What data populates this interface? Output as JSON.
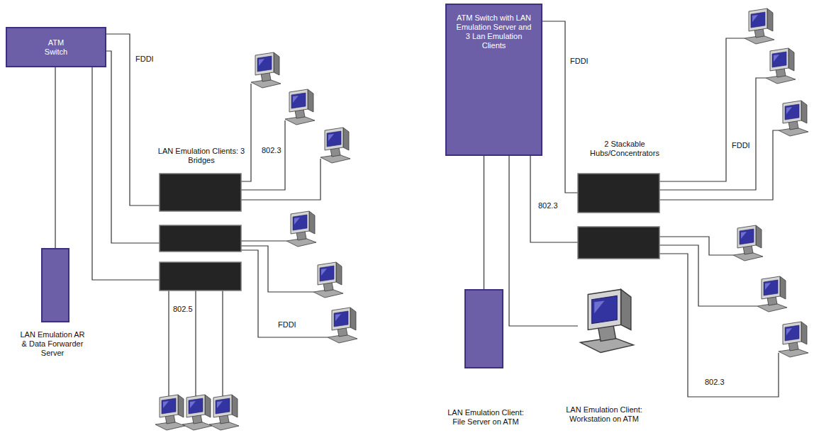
{
  "diagram": {
    "nodes": [
      {
        "text": [
          "ATM Switch"
        ]
      },
      {
        "text": [
          "LAN Emulation AR & Data Forwarder Server"
        ]
      },
      {
        "text": [
          "ATM Switch with LAN Emulation Server and 3 Lan Emulation Clients"
        ]
      },
      {
        "text": [
          "LAN Emulation Client: File Server on ATM"
        ]
      },
      {
        "text": [
          "LAN Emulation Client: Workstation on ATM"
        ]
      }
    ],
    "edges": [
      {
        "from": 0,
        "to": 1,
        "arrow": "none"
      },
      {
        "from": 2,
        "to": 3,
        "arrow": "none"
      },
      {
        "from": 2,
        "to": 4,
        "arrow": "none"
      }
    ],
    "labels": [
      "FDDI",
      "LAN Emulation Clients: 3 Bridges",
      "802.3",
      "802.5",
      "FDDI",
      "FDDI",
      "2 Stackable Hubs/Concentrators",
      "FDDI",
      "802.3",
      "802.3"
    ]
  }
}
